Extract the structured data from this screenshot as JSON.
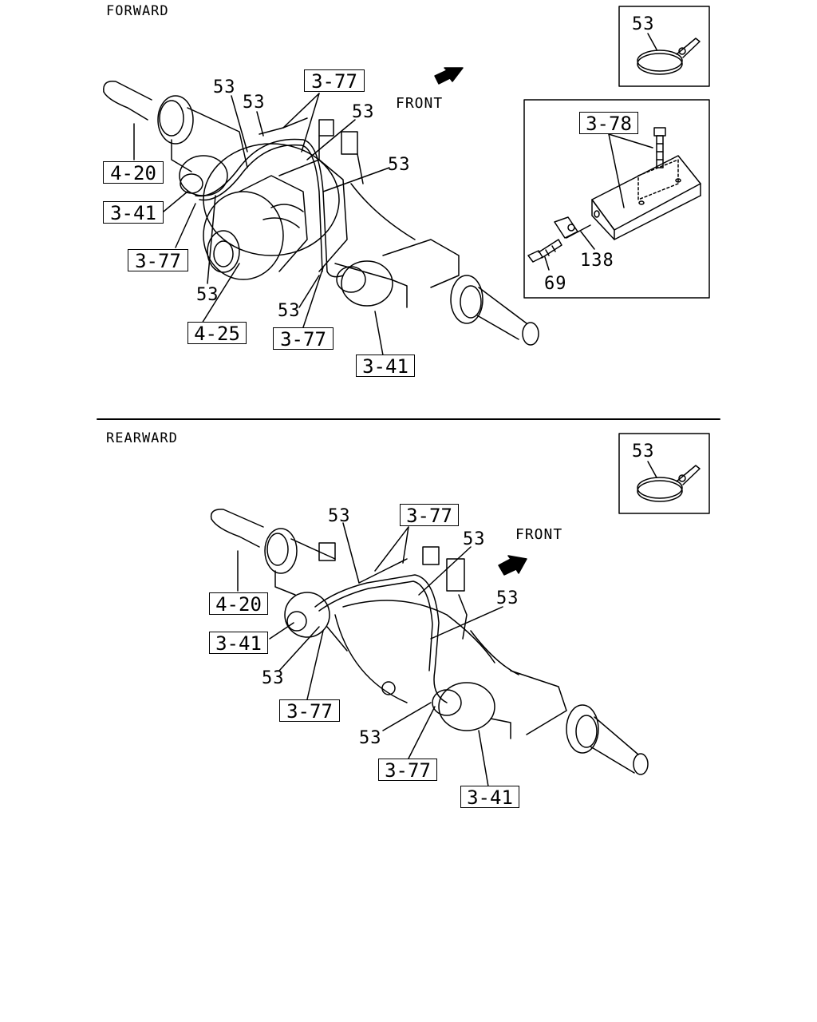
{
  "sections": {
    "forward": "FORWARD",
    "rearward": "REARWARD"
  },
  "front_label": "FRONT",
  "callouts": {
    "clip": "53",
    "harness": "3-77",
    "sensor": "3-41",
    "axle": "4-20",
    "diff": "4-25",
    "bracket": "3-78",
    "bolt": "69",
    "nut": "138"
  }
}
